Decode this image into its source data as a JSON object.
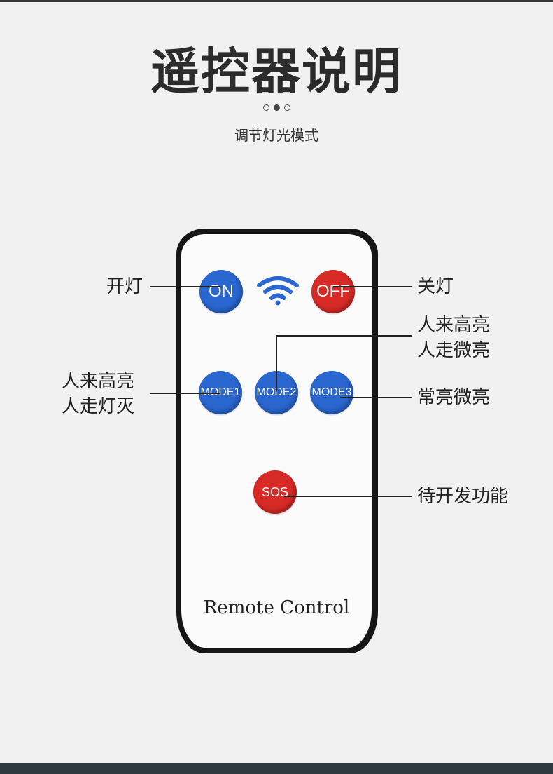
{
  "title": "遥控器说明",
  "subtitle": "调节灯光模式",
  "pagination": {
    "current": 2,
    "total": 3
  },
  "remote": {
    "label": "Remote Control",
    "buttons": {
      "on": "ON",
      "off": "OFF",
      "mode1": "MODE1",
      "mode2": "MODE2",
      "mode3": "MODE3",
      "sos": "SOS"
    }
  },
  "callouts": {
    "on": "开灯",
    "off": "关灯",
    "mode2_line1": "人来高亮",
    "mode2_line2": "人走微亮",
    "mode1_line1": "人来高亮",
    "mode1_line2": "人走灯灭",
    "mode3": "常亮微亮",
    "sos": "待开发功能"
  },
  "colors": {
    "blue_button": "#2a66cf",
    "red_button": "#d72a26",
    "remote_body": "#161616"
  },
  "icons": {
    "signal": "wifi-signal-icon"
  }
}
